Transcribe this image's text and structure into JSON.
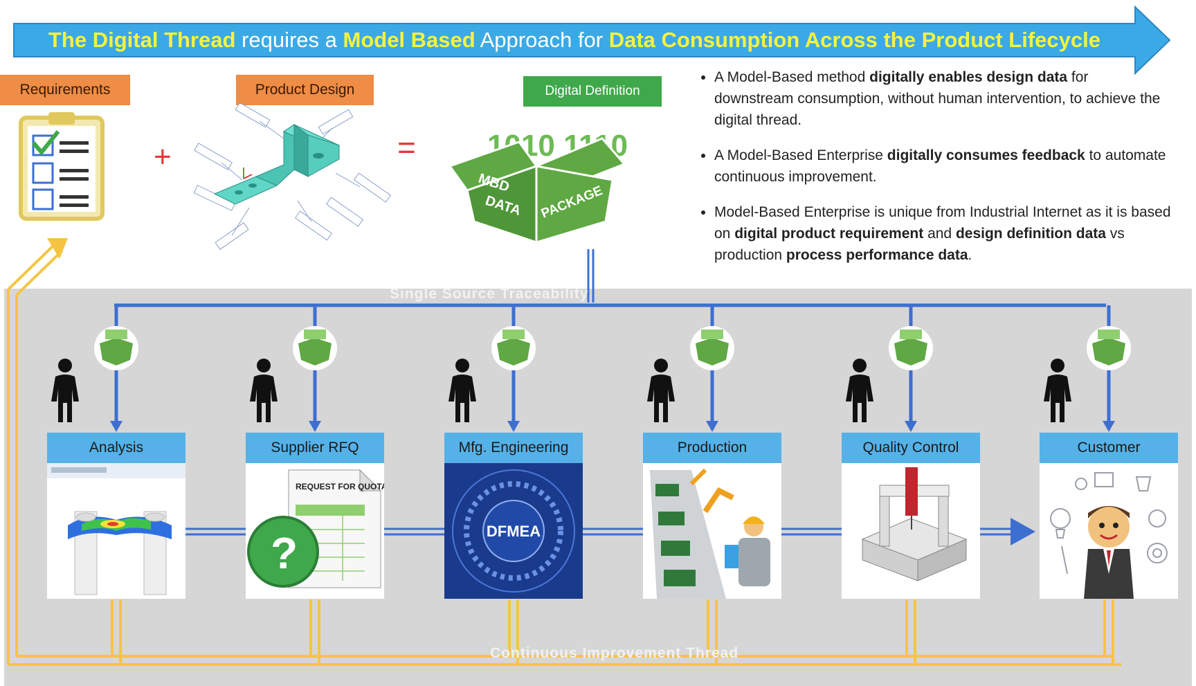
{
  "banner": {
    "segments": [
      {
        "text": "The Digital Thread",
        "hl": true
      },
      {
        "text": " requires a ",
        "hl": false
      },
      {
        "text": "Model Based",
        "hl": true
      },
      {
        "text": " Approach for ",
        "hl": false
      },
      {
        "text": "Data Consumption Across the Product Lifecycle",
        "hl": true
      }
    ]
  },
  "inputs": {
    "requirements": "Requirements",
    "product_design": "Product Design",
    "digital_definition": "Digital Definition",
    "plus": "+",
    "equals": "="
  },
  "mbd_box": {
    "digits": "1010 1110 0",
    "word1": "MBD",
    "word2": "DATA",
    "word3": "PACKAGE"
  },
  "bullets": [
    [
      {
        "t": "A Model-Based method ",
        "b": false
      },
      {
        "t": "digitally enables design data",
        "b": true
      },
      {
        "t": " for downstream consumption, without human intervention, to achieve the digital thread.",
        "b": false
      }
    ],
    [
      {
        "t": "A Model-Based Enterprise ",
        "b": false
      },
      {
        "t": "digitally consumes feedback",
        "b": true
      },
      {
        "t": " to automate continuous improvement.",
        "b": false
      }
    ],
    [
      {
        "t": "Model-Based Enterprise is unique from Industrial Internet as it is based on ",
        "b": false
      },
      {
        "t": "digital product requirement",
        "b": true
      },
      {
        "t": " and ",
        "b": false
      },
      {
        "t": "design definition data",
        "b": true
      },
      {
        "t": " vs production ",
        "b": false
      },
      {
        "t": "process performance data",
        "b": true
      },
      {
        "t": ".",
        "b": false
      }
    ]
  ],
  "threads": {
    "single_source": "Single Source Traceability",
    "continuous": "Continuous Improvement Thread"
  },
  "stages": [
    {
      "label": "Analysis"
    },
    {
      "label": "Supplier RFQ",
      "caption": "REQUEST FOR QUOTATION"
    },
    {
      "label": "Mfg. Engineering",
      "caption": "DFMEA"
    },
    {
      "label": "Production"
    },
    {
      "label": "Quality Control"
    },
    {
      "label": "Customer"
    }
  ],
  "colors": {
    "banner": "#3ba9e6",
    "banner_highlight": "#f6f33e",
    "requirement_tag": "#ef8c45",
    "definition_tag": "#3fa84a",
    "blue_thread": "#3d6fd0",
    "yellow_thread": "#f5c542",
    "stage_header": "#55b1e8"
  }
}
